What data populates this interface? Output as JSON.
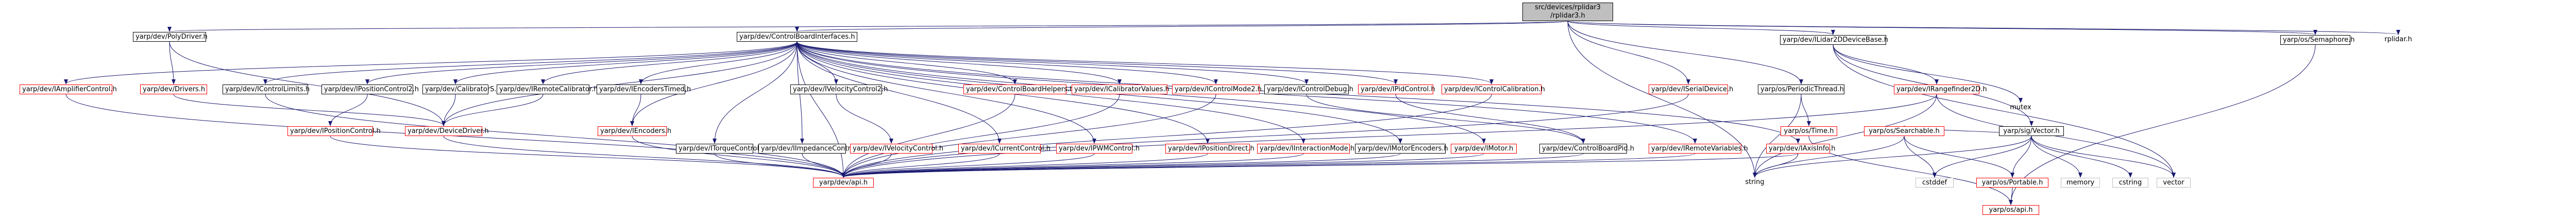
{
  "diagram": {
    "root": {
      "line1": "src/devices/rplidar3",
      "line2": "/rplidar3.h"
    },
    "nodes": {
      "polydriver": "yarp/dev/PolyDriver.h",
      "cbi": "yarp/dev/ControlBoardInterfaces.h",
      "lidar2": "yarp/dev/ILidar2DDeviceBase.h",
      "semaphore": "yarp/os/Semaphore.h",
      "rplidar": "rplidar.h",
      "amplifier": "yarp/dev/IAmplifierControl.h",
      "idrivers": "yarp/dev/Drivers.h",
      "controllimits": "yarp/dev/IControlLimits.h",
      "posctrl2": "yarp/dev/IPositionControl2.h",
      "calibrator": "yarp/dev/CalibratorS.h",
      "remotecal": "yarp/dev/IRemoteCalibrator.h",
      "enctimed": "yarp/dev/IEncodersTimed.h",
      "velctrl2": "yarp/dev/IVelocityControl2.h",
      "cbhelpers": "yarp/dev/ControlBoardHelpers.h",
      "calvalues": "yarp/dev/ICalibratorValues.h",
      "ctrlmode2": "yarp/dev/IControlMode2.h",
      "ctrldebug": "yarp/dev/IControlDebug.h",
      "pidctrl": "yarp/dev/IPidControl.h",
      "ctrlcalib": "yarp/dev/IControlCalibration.h",
      "serial": "yarp/dev/ISerialDevice.h",
      "periodic": "yarp/os/PeriodicThread.h",
      "range2d": "yarp/dev/IRangefinder2D.h",
      "mutex": "mutex",
      "poscontrol": "yarp/dev/IPositionControl.h",
      "devicedriver": "yarp/dev/DeviceDriver.h",
      "iencoders": "yarp/dev/IEncoders.h",
      "torque": "yarp/dev/ITorqueControl.h",
      "impedance": "yarp/dev/IImpedanceControl.h",
      "velcontrol": "yarp/dev/IVelocityControl.h",
      "current": "yarp/dev/ICurrentControl.h",
      "pwm": "yarp/dev/IPWMControl.h",
      "posdirect": "yarp/dev/IPositionDirect.h",
      "intmode": "yarp/dev/IInteractionMode.h",
      "motorenc": "yarp/dev/IMotorEncoders.h",
      "imotor": "yarp/dev/IMotor.h",
      "cbpid": "yarp/dev/ControlBoardPid.h",
      "remotevars": "yarp/dev/IRemoteVariables.h",
      "axisinfo": "yarp/dev/IAxisInfo.h",
      "ostime": "yarp/os/Time.h",
      "searchable": "yarp/os/Searchable.h",
      "sigvector": "yarp/sig/Vector.h",
      "vocab": "yarp/dev/api.h",
      "portable": "yarp/os/Portable.h",
      "osapi": "yarp/os/api.h",
      "string": "string",
      "cstddef": "cstddef",
      "memory": "memory",
      "cstring": "cstring",
      "vector": "vector"
    }
  }
}
